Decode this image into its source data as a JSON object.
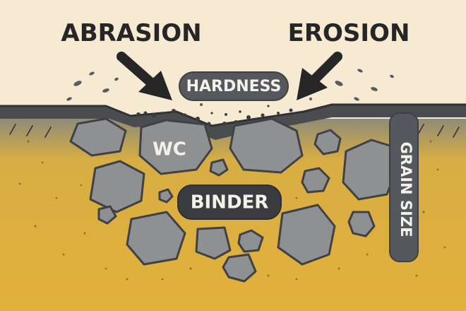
{
  "labels": {
    "abrasion": "ABRASION",
    "erosion": "EROSION",
    "hardness": "HARDNESS",
    "wc": "WC",
    "binder": "BINDER",
    "grain_size": "GRAIN SIZE"
  },
  "colors": {
    "background": "#f7ead3",
    "binder_yellow": "#e2b03a",
    "grain_gray": "#8e9092",
    "grain_outline": "#3f4145",
    "surface_dark": "#4a4c50",
    "pill_fill": "#55585c",
    "label_text": "#262626"
  }
}
